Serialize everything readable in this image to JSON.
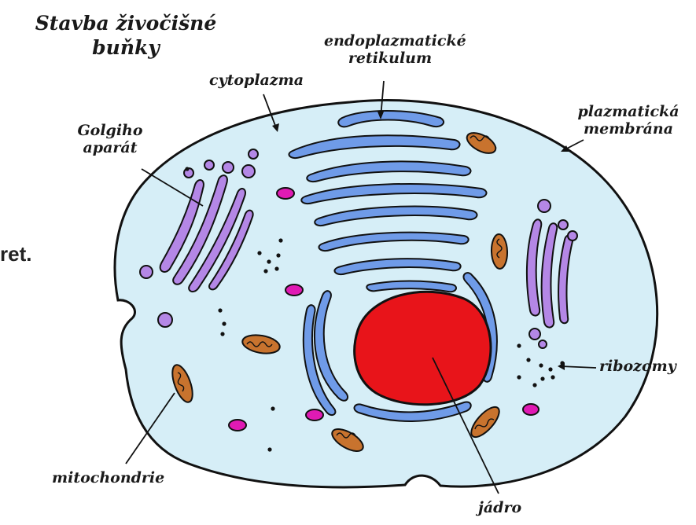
{
  "title": {
    "line1": "Stavba živočišné",
    "line2": "buňky"
  },
  "side_text": "ret.",
  "labels": {
    "er_line1": "endoplazmatické",
    "er_line2": "retikulum",
    "cytoplazma": "cytoplazma",
    "membrana_line1": "plazmatická",
    "membrana_line2": "membrána",
    "golgi_line1": "Golgiho",
    "golgi_line2": "aparát",
    "ribozomy": "ribozomy",
    "mitochondrie": "mitochondrie",
    "jadro": "jádro"
  },
  "colors": {
    "cytoplasm": "#d6eef7",
    "er": "#6f9be8",
    "golgi": "#b487e6",
    "nucleus": "#e8141a",
    "mitochondria": "#c8732e",
    "vesicle": "#e01ab4",
    "outline": "#111111"
  }
}
